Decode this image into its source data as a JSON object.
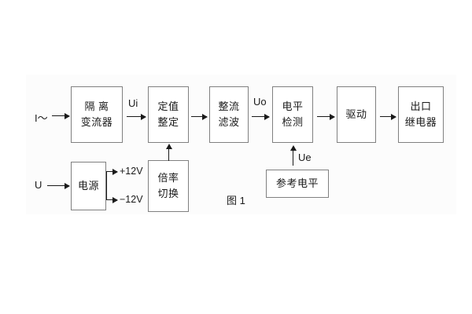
{
  "figure": {
    "caption": "图 1",
    "blocks": [
      {
        "id": "isolation-ct",
        "lines": [
          "隔 离",
          "变流器"
        ]
      },
      {
        "id": "setpoint",
        "lines": [
          "定值",
          "整定"
        ]
      },
      {
        "id": "rectify-filter",
        "lines": [
          "整流",
          "滤波"
        ]
      },
      {
        "id": "level-detect",
        "lines": [
          "电平",
          "检测"
        ]
      },
      {
        "id": "driver",
        "lines": [
          "驱动"
        ]
      },
      {
        "id": "output-relay",
        "lines": [
          "出口",
          "继电器"
        ]
      },
      {
        "id": "power-supply",
        "lines": [
          "电源"
        ]
      },
      {
        "id": "ratio-switch",
        "lines": [
          "倍率",
          "切换"
        ]
      },
      {
        "id": "reference-level",
        "lines": [
          "参考电平"
        ]
      }
    ],
    "signals": {
      "current_input": "I～",
      "voltage_input": "U",
      "ui": "Ui",
      "uo": "Uo",
      "ue": "Ue",
      "rail_positive": "+12V",
      "rail_negative": "−12V"
    }
  }
}
